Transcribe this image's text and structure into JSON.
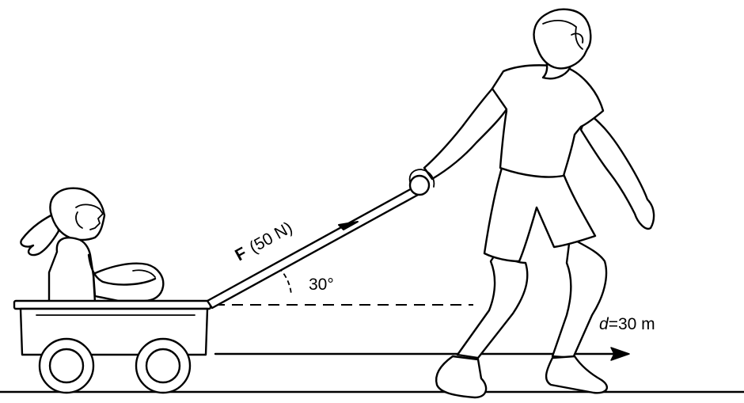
{
  "labels": {
    "force_symbol": "F",
    "force_value": "(50 N)",
    "angle": "30°",
    "distance_symbol": "d",
    "distance_value": "=30 m"
  }
}
